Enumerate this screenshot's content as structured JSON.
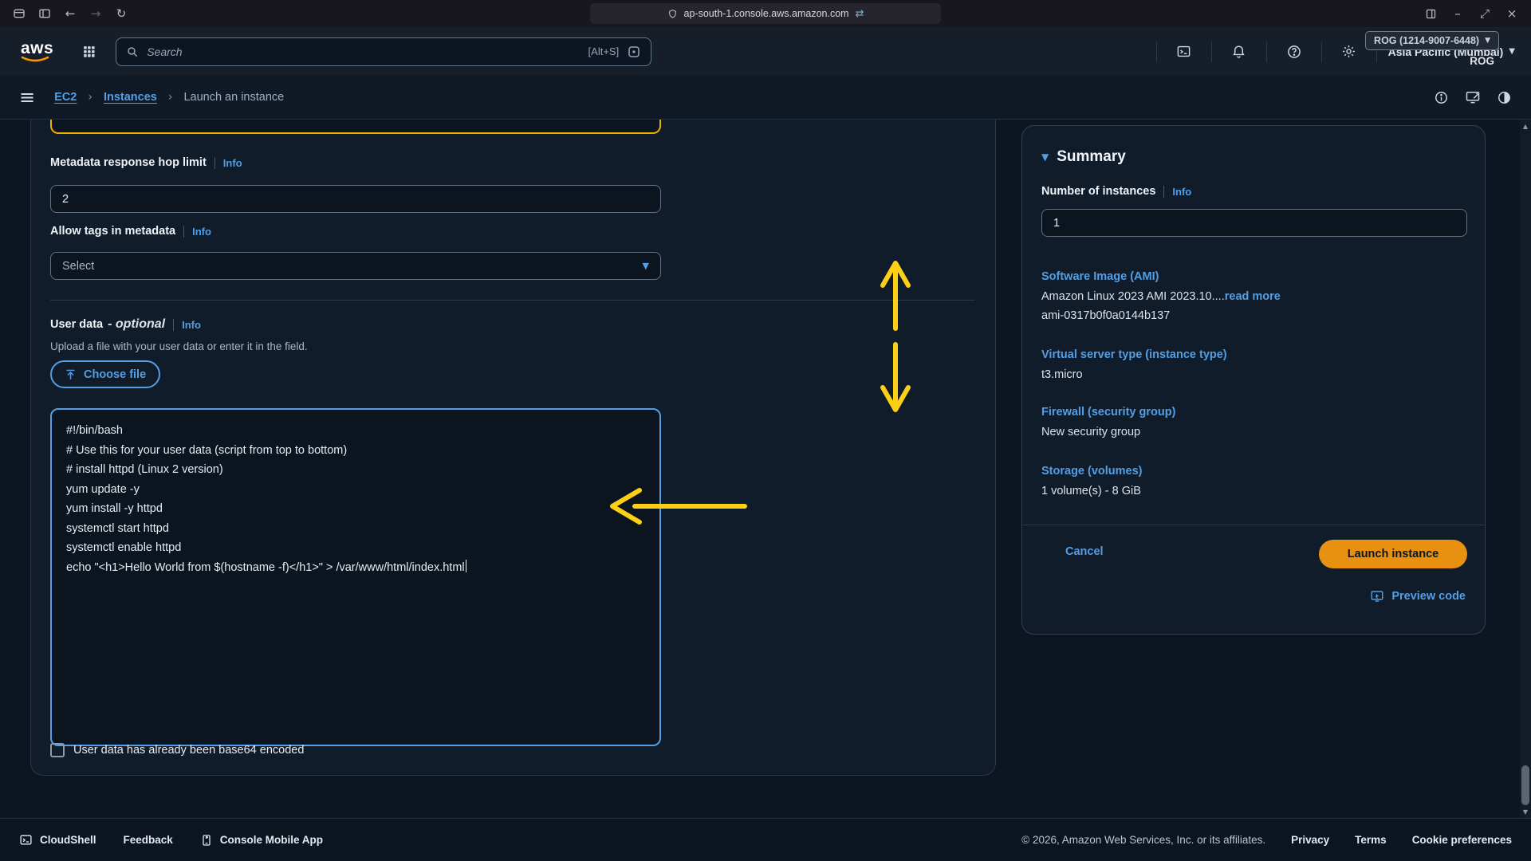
{
  "glyphs": {
    "back": "←",
    "forward": "→",
    "reload": "↻",
    "minimize": "–",
    "restore": "⤢",
    "close": "×",
    "swap": "⇄",
    "hamburger": "≡",
    "caret_down": "▼",
    "breadcrumb_sep": "›",
    "up": "▲",
    "down": "▼"
  },
  "browser": {
    "url": "ap-south-1.console.aws.amazon.com"
  },
  "header": {
    "logo": "aws",
    "search": {
      "placeholder": "Search",
      "shortcut": "[Alt+S]"
    },
    "region": {
      "label": "Asia Pacific (Mumbai)"
    },
    "account": {
      "label": "ROG (1214-9007-6448)",
      "name": "ROG"
    }
  },
  "breadcrumb": {
    "items": [
      "EC2",
      "Instances",
      "Launch an instance"
    ]
  },
  "form": {
    "hop": {
      "label": "Metadata response hop limit",
      "info": "Info",
      "value": "2"
    },
    "tags": {
      "label": "Allow tags in metadata",
      "info": "Info",
      "value": "Select"
    },
    "userdata": {
      "label": "User data",
      "optional": "- optional",
      "info": "Info",
      "hint": "Upload a file with your user data or enter it in the field.",
      "choose_file": "Choose file",
      "lines": [
        "#!/bin/bash",
        "# Use this for your user data (script from top to bottom)",
        "# install httpd (Linux 2 version)",
        "yum update -y",
        "yum install -y httpd",
        "systemctl start httpd",
        "systemctl enable httpd",
        "echo \"<h1>Hello World from $(hostname -f)</h1>\" > /var/www/html/index.html"
      ],
      "base64": "User data has already been base64 encoded"
    }
  },
  "summary": {
    "title": "Summary",
    "instances": {
      "label": "Number of instances",
      "info": "Info",
      "value": "1"
    },
    "ami": {
      "title": "Software Image (AMI)",
      "desc": "Amazon Linux 2023 AMI 2023.10....",
      "read_more": "read more",
      "id": "ami-0317b0f0a0144b137"
    },
    "type": {
      "title": "Virtual server type (instance type)",
      "value": "t3.micro"
    },
    "firewall": {
      "title": "Firewall (security group)",
      "value": "New security group"
    },
    "storage": {
      "title": "Storage (volumes)",
      "value": "1 volume(s) - 8 GiB"
    },
    "cancel": "Cancel",
    "launch": "Launch instance",
    "preview": "Preview code"
  },
  "footer": {
    "cloudshell": "CloudShell",
    "feedback": "Feedback",
    "mobile_app": "Console Mobile App",
    "copyright": "© 2026, Amazon Web Services, Inc. or its affiliates.",
    "privacy": "Privacy",
    "terms": "Terms",
    "cookies": "Cookie preferences"
  },
  "colors": {
    "link_blue": "#539fe5",
    "launch_orange": "#e8900f",
    "annotation_yellow": "#fdd016",
    "focus_yellow": "#e9b000"
  }
}
